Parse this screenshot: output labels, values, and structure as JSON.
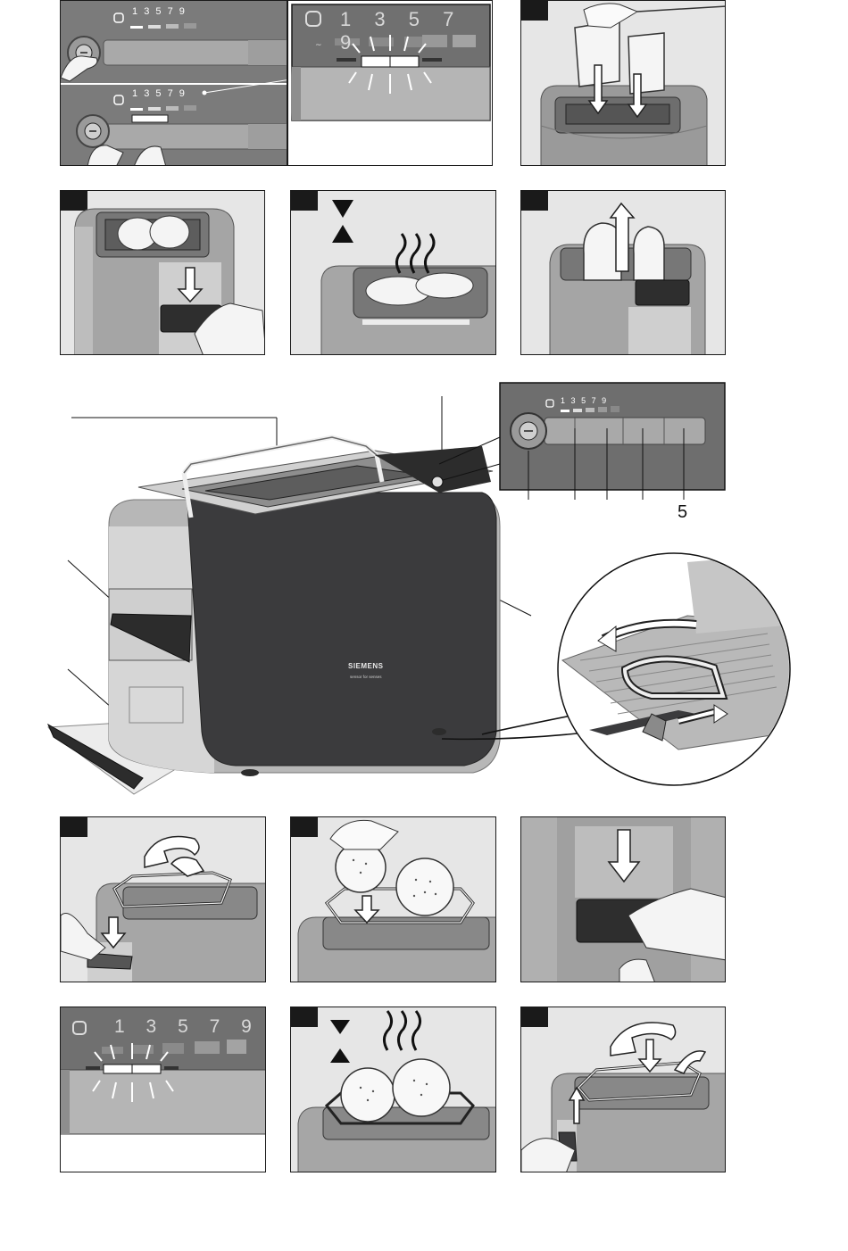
{
  "browning_scale": {
    "levels": [
      "1",
      "3",
      "5",
      "7",
      "9"
    ]
  },
  "detail_callout": {
    "label": "5"
  },
  "brand": {
    "name": "SIEMENS",
    "slogan": "sensor for senses"
  },
  "colors": {
    "panel_bg": "#e6e6e6",
    "dark_body": "#3b3b3d",
    "steel": "#b7b7b7",
    "frame": "#1a1a1a"
  }
}
